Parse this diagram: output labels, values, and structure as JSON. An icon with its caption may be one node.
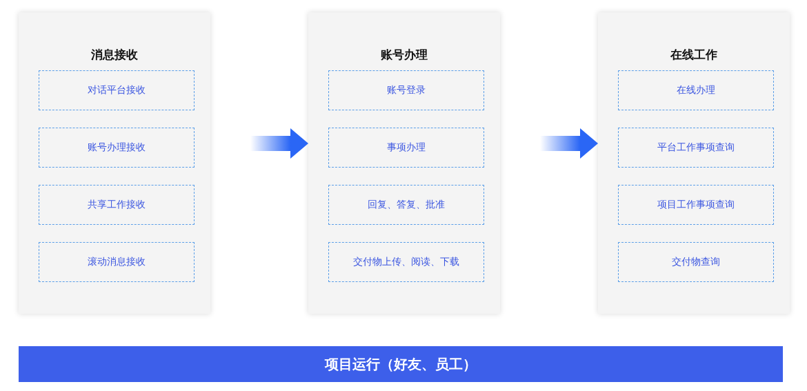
{
  "diagram": {
    "nodes": [
      {
        "text": [
          "消息接收"
        ]
      },
      {
        "text": [
          "对话平台接收"
        ],
        "in": 0
      },
      {
        "text": [
          "账号办理接收"
        ],
        "in": 0
      },
      {
        "text": [
          "共享工作接收"
        ],
        "in": 0
      },
      {
        "text": [
          "滚动消息接收"
        ],
        "in": 0
      },
      {
        "text": [
          "账号办理"
        ]
      },
      {
        "text": [
          "账号登录"
        ],
        "in": 5
      },
      {
        "text": [
          "事项办理"
        ],
        "in": 5
      },
      {
        "text": [
          "回复、答复、批准"
        ],
        "in": 5
      },
      {
        "text": [
          "交付物上传、阅读、下载"
        ],
        "in": 5
      },
      {
        "text": [
          "在线工作"
        ]
      },
      {
        "text": [
          "在线办理"
        ],
        "in": 10
      },
      {
        "text": [
          "平台工作事项查询"
        ],
        "in": 10
      },
      {
        "text": [
          "项目工作事项查询"
        ],
        "in": 10
      },
      {
        "text": [
          "交付物查询"
        ],
        "in": 10
      },
      {
        "text": [
          "项目运行（好友、员工）"
        ]
      }
    ],
    "edges": [
      {
        "from": 0,
        "to": 5,
        "arrow": "to"
      },
      {
        "from": 5,
        "to": 10,
        "arrow": "to"
      }
    ]
  }
}
